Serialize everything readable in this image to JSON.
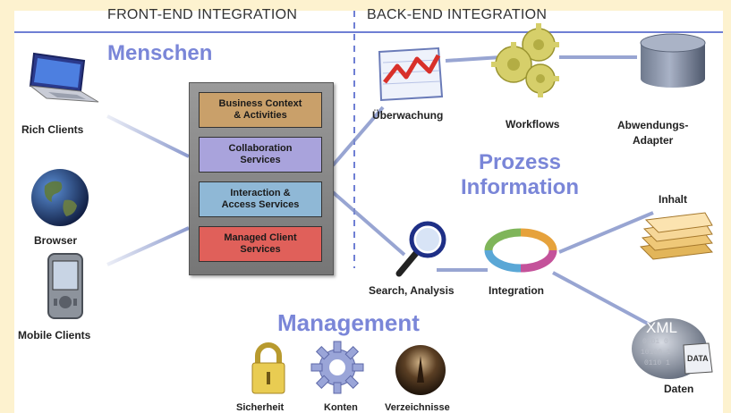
{
  "headers": {
    "front_end": "FRONT-END INTEGRATION",
    "back_end": "BACK-END INTEGRATION"
  },
  "sections": {
    "menschen": "Menschen",
    "prozess_information": "Prozess\nInformation",
    "management": "Management"
  },
  "clients": {
    "rich": "Rich Clients",
    "browser": "Browser",
    "mobile": "Mobile Clients"
  },
  "services": [
    {
      "label": "Business Context\n& Activities",
      "color": "#c9a06a"
    },
    {
      "label": "Collaboration\nServices",
      "color": "#a9a3dc"
    },
    {
      "label": "Interaction &\nAccess Services",
      "color": "#8fb8d6"
    },
    {
      "label": "Managed Client\nServices",
      "color": "#e0605a"
    }
  ],
  "backend": {
    "monitoring": "Überwachung",
    "workflows": "Workflows",
    "adapter": "Abwendungs-\nAdapter",
    "search": "Search, Analysis",
    "integration": "Integration",
    "content": "Inhalt",
    "data": "Daten",
    "xml": "XML",
    "data_doc": "DATA"
  },
  "management": {
    "security": "Sicherheit",
    "accounts": "Konten",
    "directories": "Verzeichnisse"
  },
  "colors": {
    "accent": "#7a86d8",
    "line": "#7f8fc8",
    "background": "#fdf2cf"
  }
}
